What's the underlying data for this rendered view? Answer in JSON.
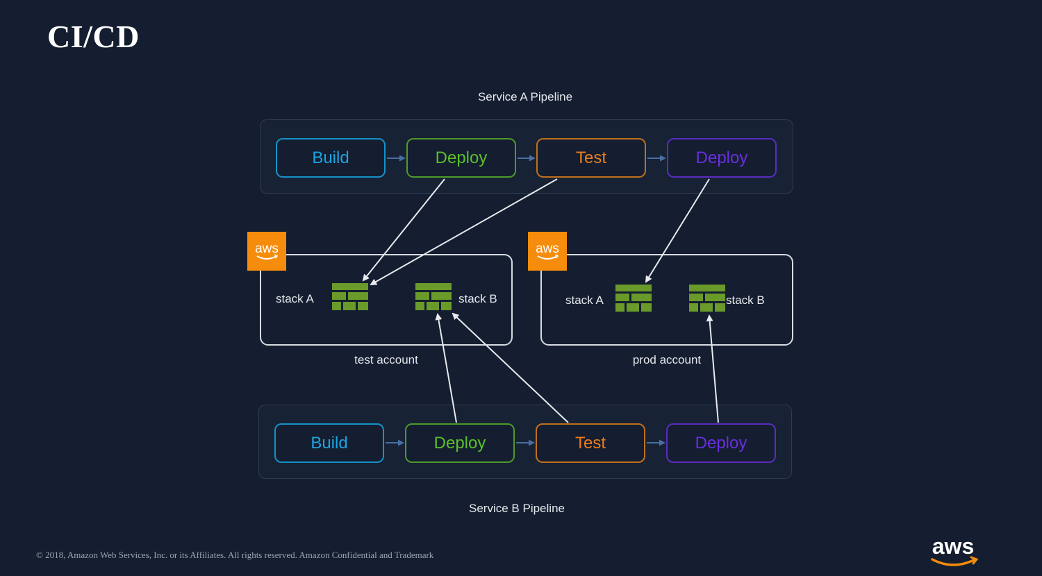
{
  "title": "CI/CD",
  "pipelines": {
    "a": {
      "label": "Service A Pipeline",
      "stages": [
        "Build",
        "Deploy",
        "Test",
        "Deploy"
      ]
    },
    "b": {
      "label": "Service B Pipeline",
      "stages": [
        "Build",
        "Deploy",
        "Test",
        "Deploy"
      ]
    }
  },
  "accounts": {
    "test": {
      "label": "test account",
      "stack_a": "stack A",
      "stack_b": "stack B"
    },
    "prod": {
      "label": "prod account",
      "stack_a": "stack A",
      "stack_b": "stack B"
    }
  },
  "badge_text": "aws",
  "footer": {
    "copyright": "© 2018, Amazon Web Services, Inc. or its Affiliates. All rights reserved. Amazon Confidential and Trademark",
    "logo_text": "aws"
  },
  "colors": {
    "background": "#141e30",
    "build": "#1da4df",
    "deploy_green": "#5cbf2a",
    "test": "#ec7d1c",
    "deploy_purple": "#6b2ee0",
    "aws_orange": "#f68c0c",
    "stack_green": "#6a9a2a"
  }
}
